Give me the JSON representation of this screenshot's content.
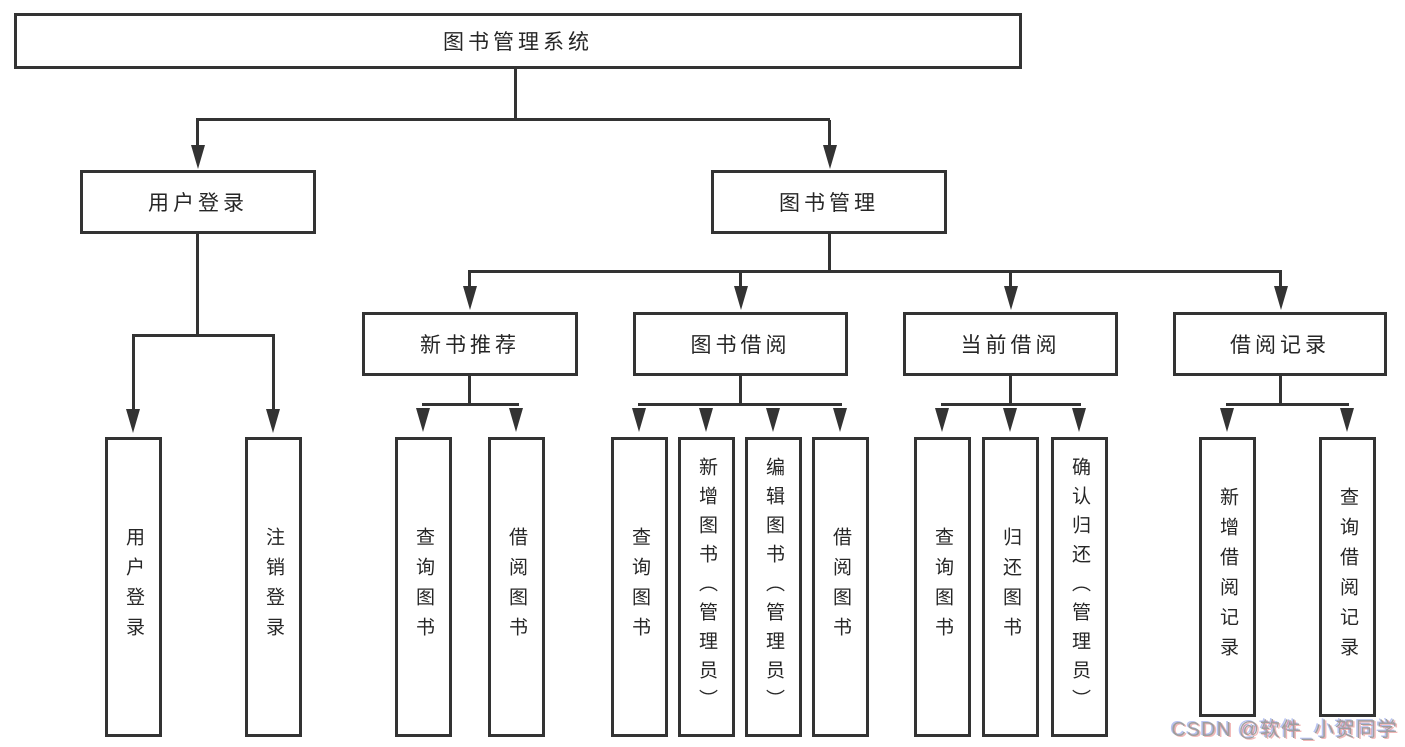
{
  "diagram": {
    "root": "图书管理系统",
    "level2": [
      "用户登录",
      "图书管理"
    ],
    "level3": [
      "新书推荐",
      "图书借阅",
      "当前借阅",
      "借阅记录"
    ],
    "leaves": {
      "user_login": [
        "用户登录",
        "注销登录"
      ],
      "new_book_recommend": [
        "查询图书",
        "借阅图书"
      ],
      "book_borrowing": [
        "查询图书",
        "新增图书（管理员）",
        "编辑图书（管理员）",
        "借阅图书"
      ],
      "current_borrowing": [
        "查询图书",
        "归还图书",
        "确认归还（管理员）"
      ],
      "borrowing_records": [
        "新增借阅记录",
        "查询借阅记录"
      ]
    }
  },
  "watermark": {
    "text": "CSDN @软件_小贺同学"
  },
  "colors": {
    "line": "#333333",
    "text": "#262626",
    "background": "#ffffff",
    "watermark": "#9e9e9e"
  }
}
